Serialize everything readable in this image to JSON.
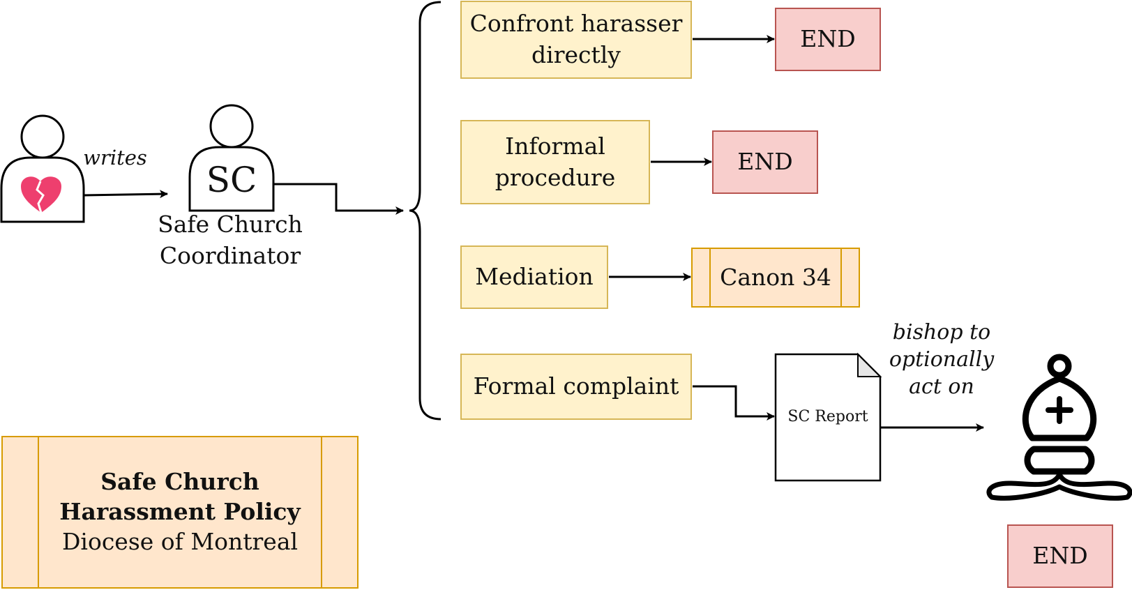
{
  "complainant": {
    "icon": "broken-heart-person-icon",
    "heart_color": "#ee3f6e"
  },
  "writes_label": "writes",
  "coordinator": {
    "initials": "SC",
    "name_line1": "Safe Church",
    "name_line2": "Coordinator"
  },
  "options": [
    {
      "line1": "Confront harasser",
      "line2": "directly"
    },
    {
      "line1": "Informal",
      "line2": "procedure"
    },
    {
      "line1": "Mediation",
      "line2": ""
    },
    {
      "line1": "Formal complaint",
      "line2": ""
    }
  ],
  "outcomes": {
    "confront_end": "END",
    "informal_end": "END",
    "mediation_result": "Canon 34",
    "report": "SC Report",
    "bishop_icon": "bishop-chess-piece-icon",
    "final_end": "END"
  },
  "bishop_label": {
    "line1": "bishop to",
    "line2": "optionally",
    "line3": "act on"
  },
  "policy": {
    "title_line1": "Safe Church",
    "title_line2": "Harassment Policy",
    "subtitle": "Diocese of Montreal"
  },
  "colors": {
    "option_fill": "#fff2cc",
    "option_border": "#d6b656",
    "end_fill": "#f8cecc",
    "end_border": "#b85450",
    "process_fill": "#ffe6cc",
    "process_border": "#d79b00"
  }
}
